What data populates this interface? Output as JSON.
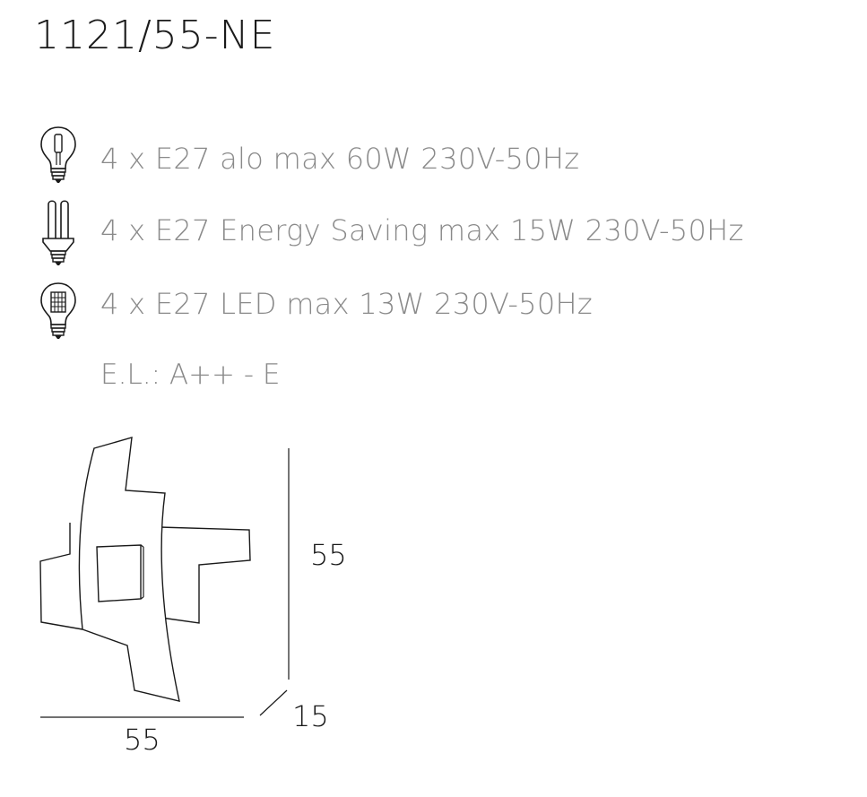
{
  "title": "1121/55-NE",
  "specs": [
    {
      "icon": "halogen-bulb-icon",
      "text": "4 x E27 alo max 60W 230V-50Hz"
    },
    {
      "icon": "energy-saving-bulb-icon",
      "text": "4 x E27 Energy Saving max 15W 230V-50Hz"
    },
    {
      "icon": "led-bulb-icon",
      "text": "4 x E27 LED max 13W 230V-50Hz"
    }
  ],
  "energy_label": "E.L.: A++ - E",
  "dimensions": {
    "height": "55",
    "width": "55",
    "depth": "15"
  },
  "colors": {
    "title": "#1a1a1a",
    "spec_text": "#8a8a8a",
    "line": "#1a1a1a"
  }
}
